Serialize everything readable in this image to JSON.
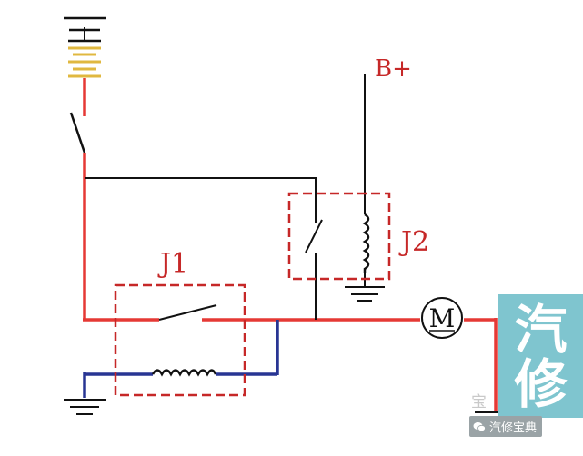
{
  "labels": {
    "battery_positive": "B+",
    "relay1": "J1",
    "relay2": "J2",
    "motor": "M"
  },
  "watermark": {
    "logo_top_char": "汽",
    "logo_bottom_char": "修",
    "faint_char": "宝",
    "caption": "汽修宝典"
  },
  "colors": {
    "power_wire": "#e53935",
    "ground_wire": "#283593",
    "control_wire": "#111111",
    "relay_box": "#c62828",
    "battery_cell": "#e0b840",
    "logo_bg": "#7fc5cf"
  }
}
